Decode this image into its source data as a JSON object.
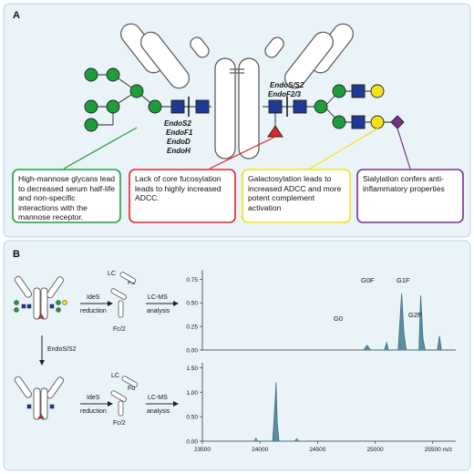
{
  "panel_a": {
    "label": "A",
    "enzymes_left": {
      "red": "EndoS2",
      "black": [
        "EndoF1",
        "EndoD",
        "EndoH"
      ]
    },
    "enzymes_right": {
      "red": "EndoS/S2",
      "black": [
        "EndoF2/3"
      ]
    },
    "boxes": [
      {
        "text": "High-mannose glycans lead to decreased serum half-life and non-specific interactions with the mannose receptor.",
        "color": "#1e9e3a"
      },
      {
        "text": "Lack of core fucosylation leads to highly increased ADCC.",
        "color": "#e0262a"
      },
      {
        "text": "Galactosylation leads to increased ADCC and more potent complement activation",
        "color": "#f2e21a"
      },
      {
        "text": "Sialylation confers anti-inflammatory properties",
        "color": "#7a2f8f"
      }
    ]
  },
  "panel_b": {
    "label": "B",
    "steps_top": {
      "ides": "IdeS",
      "reduction": "reduction",
      "lcms": "LC-MS",
      "analysis": "analysis",
      "lc": "LC",
      "fd": "Fd'",
      "fc": "Fc/2"
    },
    "enzyme_step": "EndoS/S2",
    "steps_bottom": {
      "ides": "IdeS",
      "reduction": "reduction",
      "lcms": "LC-MS",
      "analysis": "analysis",
      "lc": "LC",
      "fd": "Fd'",
      "fc": "Fc/2"
    },
    "peak_labels": [
      "G0",
      "G0F",
      "G1F",
      "G2F"
    ]
  },
  "chart_data": [
    {
      "type": "line",
      "title": "",
      "xlabel": "",
      "ylabel": "",
      "xlim": [
        23500,
        25700
      ],
      "ylim": [
        0,
        0.85
      ],
      "y_ticks": [
        "0.00",
        "0.25",
        "0.50",
        "0.75"
      ],
      "series": [
        {
          "values": [
            [
              24900,
              0
            ],
            [
              24930,
              0.05
            ],
            [
              24960,
              0
            ],
            [
              25080,
              0
            ],
            [
              25100,
              0.08
            ],
            [
              25115,
              0
            ],
            [
              25200,
              0
            ],
            [
              25230,
              0.6
            ],
            [
              25250,
              0.18
            ],
            [
              25270,
              0
            ],
            [
              25380,
              0
            ],
            [
              25395,
              0.58
            ],
            [
              25415,
              0.12
            ],
            [
              25435,
              0
            ],
            [
              25540,
              0
            ],
            [
              25558,
              0.15
            ],
            [
              25575,
              0
            ]
          ]
        }
      ]
    },
    {
      "type": "line",
      "title": "",
      "xlabel": "m/z",
      "ylabel": "",
      "xlim": [
        23500,
        25700
      ],
      "ylim": [
        0,
        1.6
      ],
      "x_ticks": [
        "23500",
        "24000",
        "24500",
        "25000",
        "25500"
      ],
      "y_ticks": [
        "0.00",
        "0.50",
        "1.00",
        "1.50"
      ],
      "series": [
        {
          "values": [
            [
              23950,
              0
            ],
            [
              23965,
              0.06
            ],
            [
              23980,
              0
            ],
            [
              24110,
              0
            ],
            [
              24125,
              0.55
            ],
            [
              24140,
              1.2
            ],
            [
              24150,
              0.4
            ],
            [
              24165,
              0
            ],
            [
              24300,
              0
            ],
            [
              24320,
              0.05
            ],
            [
              24340,
              0
            ]
          ]
        }
      ]
    }
  ]
}
